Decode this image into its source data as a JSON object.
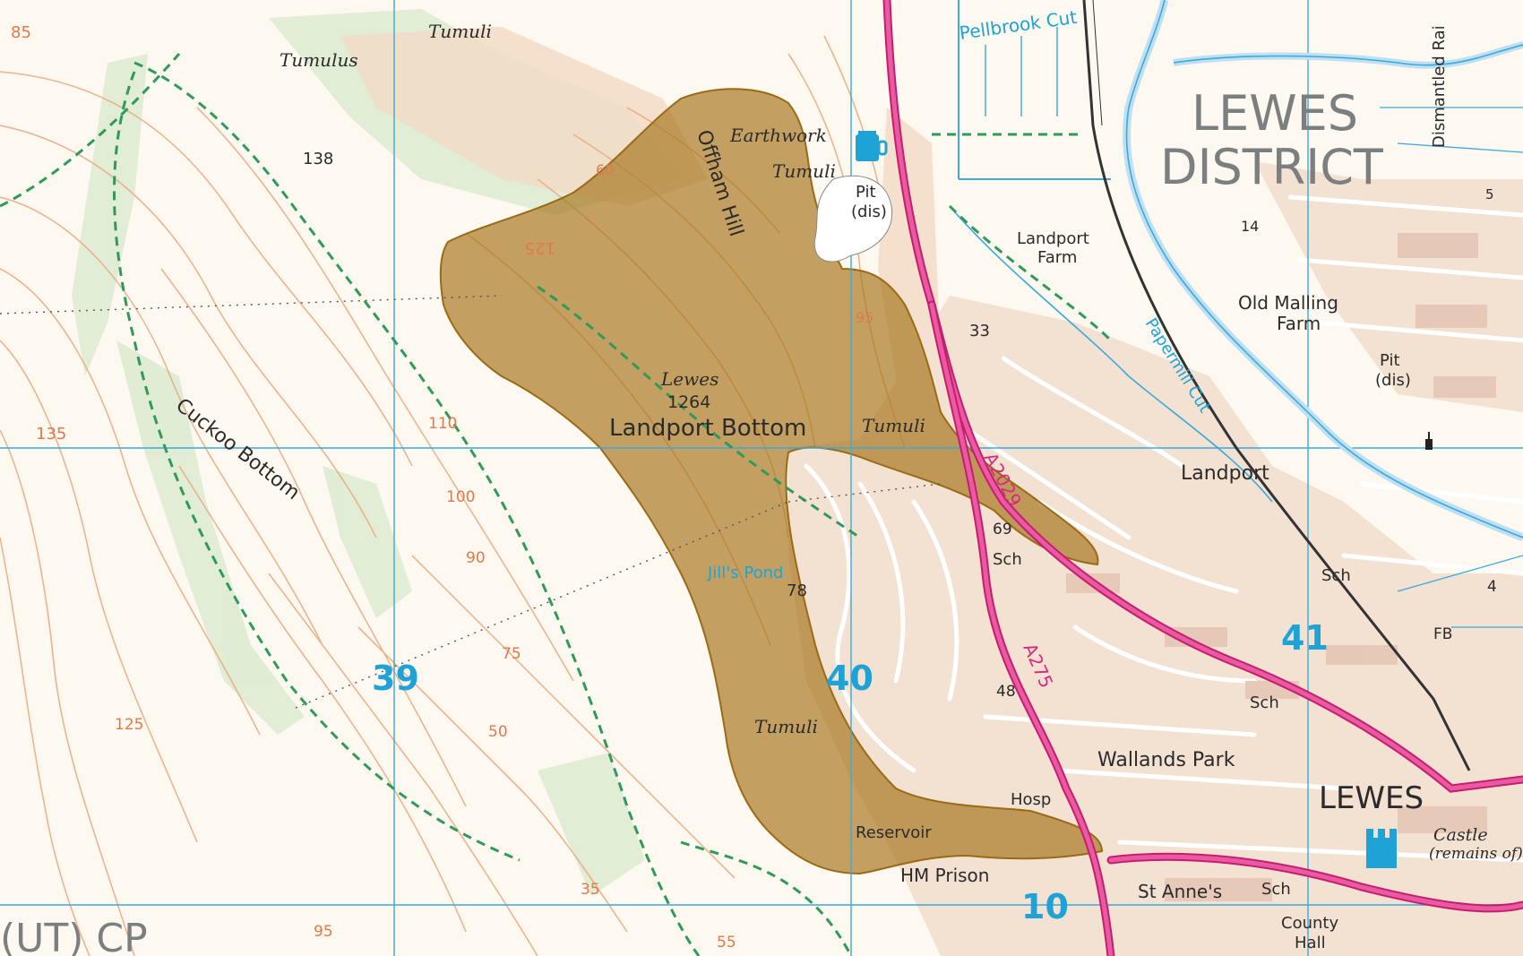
{
  "colors": {
    "paper": "#fdf8f0",
    "contour": "#e8a27a",
    "grid": "#3aa9dc",
    "water": "#3aa9dc",
    "road_a": "#d9287f",
    "footpath": "#2f9a5a",
    "built_up": "#f0d9c8",
    "highlight": "#a6761d",
    "woodland": "#d5e6c7"
  },
  "labels": {
    "tumuli": "Tumuli",
    "tumulus": "Tumulus",
    "earthwork": "Earthwork",
    "offham_hill": "Offham Hill",
    "pellbrook_cut": "Pellbrook Cut",
    "lewes_district_1": "LEWES",
    "lewes_district_2": "DISTRICT",
    "dismantled_rly": "Dismantled Rai",
    "pit_dis_1": "Pit",
    "pit_dis_2": "(dis)",
    "landport_farm_1": "Landport",
    "landport_farm_2": "Farm",
    "old_malling_farm_1": "Old Malling",
    "old_malling_farm_2": "Farm",
    "pit_dis_b_1": "Pit",
    "pit_dis_b_2": "(dis)",
    "papermill_cut": "Papermill Cut",
    "lewes_1264_1": "Lewes",
    "lewes_1264_2": "1264",
    "landport_bottom": "Landport Bottom",
    "tumuli_b": "Tumuli",
    "cuckoo_bottom": "Cuckoo Bottom",
    "landport": "Landport",
    "sch_1": "Sch",
    "sch_2": "Sch",
    "sch_3": "Sch",
    "sch_4": "Sch",
    "jills_pond": "Jill's Pond",
    "tumuli_c": "Tumuli",
    "wallands_park": "Wallands Park",
    "lewes_town": "LEWES",
    "hosp": "Hosp",
    "reservoir": "Reservoir",
    "hm_prison": "HM Prison",
    "st_annes": "St Anne's",
    "county_hall_1": "County",
    "county_hall_2": "Hall",
    "castle_1": "Castle",
    "castle_2": "(remains of)",
    "fb": "FB",
    "cp": "(UT)  CP",
    "road_a2029": "A2029",
    "road_a275": "A275"
  },
  "spot_heights": {
    "h138": "138",
    "h33": "33",
    "h69": "69",
    "h78": "78",
    "h48": "48",
    "h14": "14",
    "h4": "4",
    "h5": "5"
  },
  "contour_values": {
    "c85": "85",
    "c125": "125",
    "c135": "135",
    "c110": "110",
    "c100": "100",
    "c90": "90",
    "c75": "75",
    "c50": "50",
    "c125b": "125",
    "c95": "95",
    "c55": "55",
    "c35": "35",
    "c95b": "95",
    "c60": "60"
  },
  "grid_labels": {
    "e39": "39",
    "e40": "40",
    "e41": "41",
    "n10": "10"
  },
  "icons": [
    "pub-icon",
    "museum-icon",
    "church-icon"
  ]
}
